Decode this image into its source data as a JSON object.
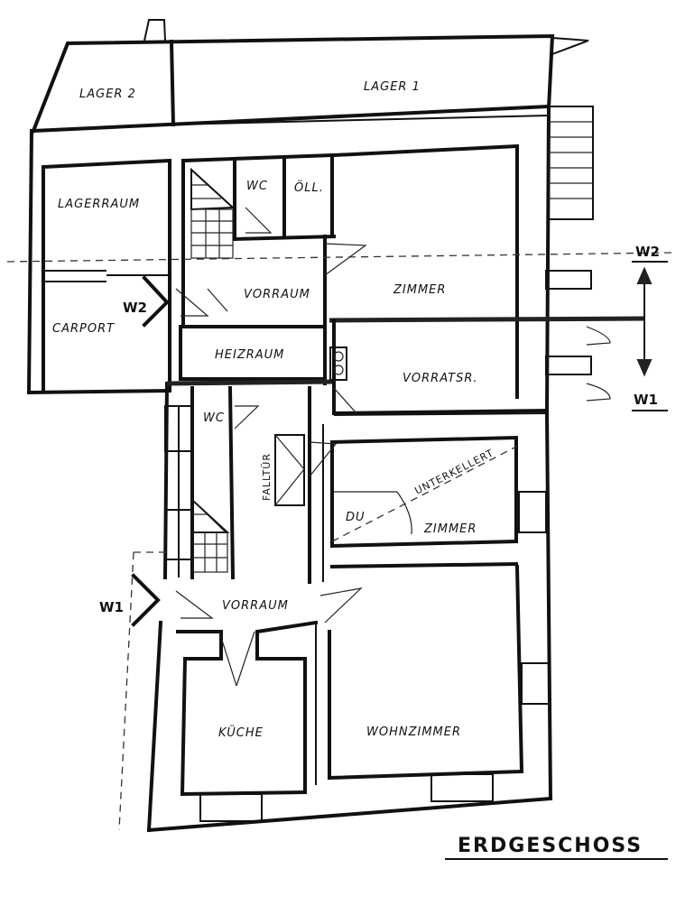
{
  "rooms": {
    "lager2": "LAGER 2",
    "lager1": "LAGER 1",
    "lagerraum": "LAGERRAUM",
    "wc_top": "WC",
    "oel": "ÖLL.",
    "vorraum_top": "VORRAUM",
    "zimmer_top": "ZIMMER",
    "carport": "CARPORT",
    "heizraum": "HEIZRAUM",
    "vorratsr": "VORRATSR.",
    "wc_mid": "WC",
    "falltuer": "FALLTÜR",
    "unterkellert": "UNTERKELLERT",
    "du": "DU",
    "zimmer_mid": "ZIMMER",
    "vorraum_bottom": "VORRAUM",
    "kueche": "KÜCHE",
    "wohnzimmer": "WOHNZIMMER"
  },
  "sections": {
    "w2": "W2",
    "w1": "W1"
  },
  "floor_title": "ERDGESCHOSS"
}
